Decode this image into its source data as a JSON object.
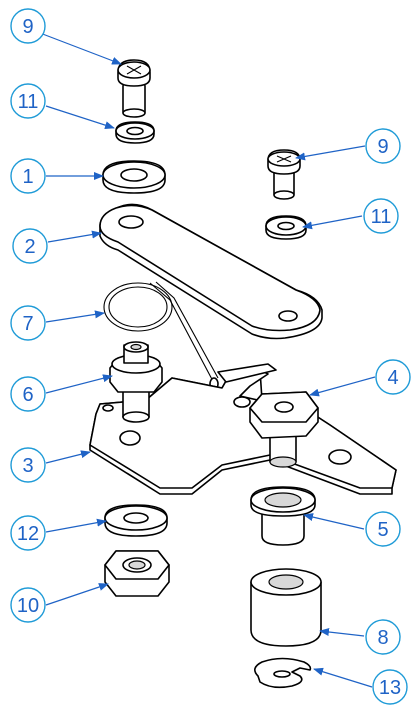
{
  "diagram": {
    "callouts": [
      "9",
      "11",
      "1",
      "9",
      "11",
      "2",
      "7",
      "6",
      "4",
      "3",
      "12",
      "5",
      "10",
      "8",
      "13"
    ],
    "colors": {
      "callout_stroke": "#1f9bd7",
      "callout_text": "#1f63c6",
      "line": "#000000"
    }
  }
}
